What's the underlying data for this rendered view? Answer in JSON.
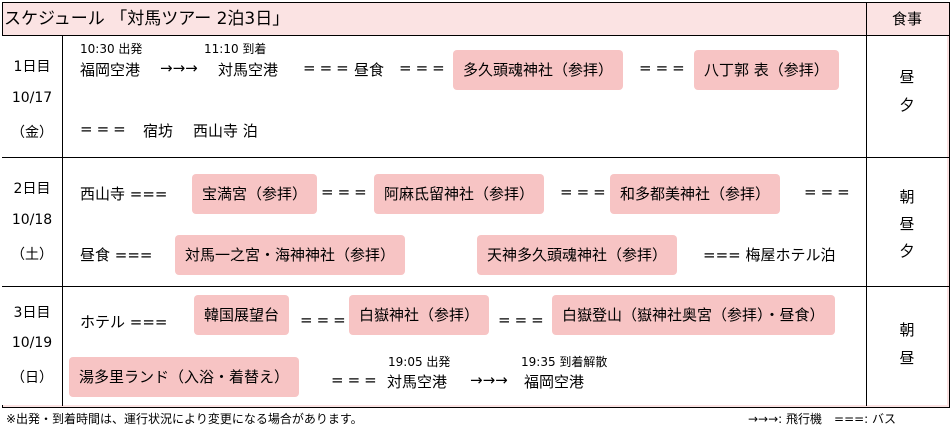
{
  "title": "スケジュール 「対馬ツアー 2泊3日」",
  "meal_header": "食事",
  "days": [
    {
      "day": "1日目",
      "date": "10/17",
      "weekday": "（金）",
      "meals": [
        "昼",
        "夕"
      ],
      "small": [
        "10:30 出発",
        "11:10 到着"
      ],
      "line1": [
        "福岡空港",
        "→→→",
        "対馬空港",
        "===",
        "昼食",
        "==="
      ],
      "spots1": [
        "多久頭魂神社（参拝）",
        "八丁郭 表（参拝）"
      ],
      "sep1": "===",
      "line2": [
        "===",
        "宿坊",
        "西山寺 泊"
      ]
    },
    {
      "day": "2日目",
      "date": "10/18",
      "weekday": "（土）",
      "meals": [
        "朝",
        "昼",
        "夕"
      ],
      "line1_start": "西山寺 ===",
      "spots1": [
        "宝満宮（参拝）",
        "阿麻氐留神社（参拝）",
        "和多都美神社（参拝）"
      ],
      "sep": "===",
      "line2_start": "昼食 ===",
      "spots2": [
        "対馬一之宮・海神神社（参拝）",
        "天神多久頭魂神社（参拝）"
      ],
      "line2_end": "=== 梅屋ホテル泊"
    },
    {
      "day": "3日目",
      "date": "10/19",
      "weekday": "（日）",
      "meals": [
        "朝",
        "昼"
      ],
      "line1_start": "ホテル ===",
      "spots1": [
        "韓国展望台",
        "白嶽神社（参拝）",
        "白嶽登山（嶽神社奥宮（参拝）・昼食）"
      ],
      "sep": "===",
      "spot2": "湯多里ランド（入浴・着替え）",
      "small": [
        "19:05 出発",
        "19:35 到着解散"
      ],
      "line2_end": [
        "===",
        "対馬空港",
        "→→→",
        "福岡空港"
      ]
    }
  ],
  "footer_note": "※出発・到着時間は、運行状況により変更になる場合があります。",
  "legend": "→→→: 飛行機　===: バス"
}
